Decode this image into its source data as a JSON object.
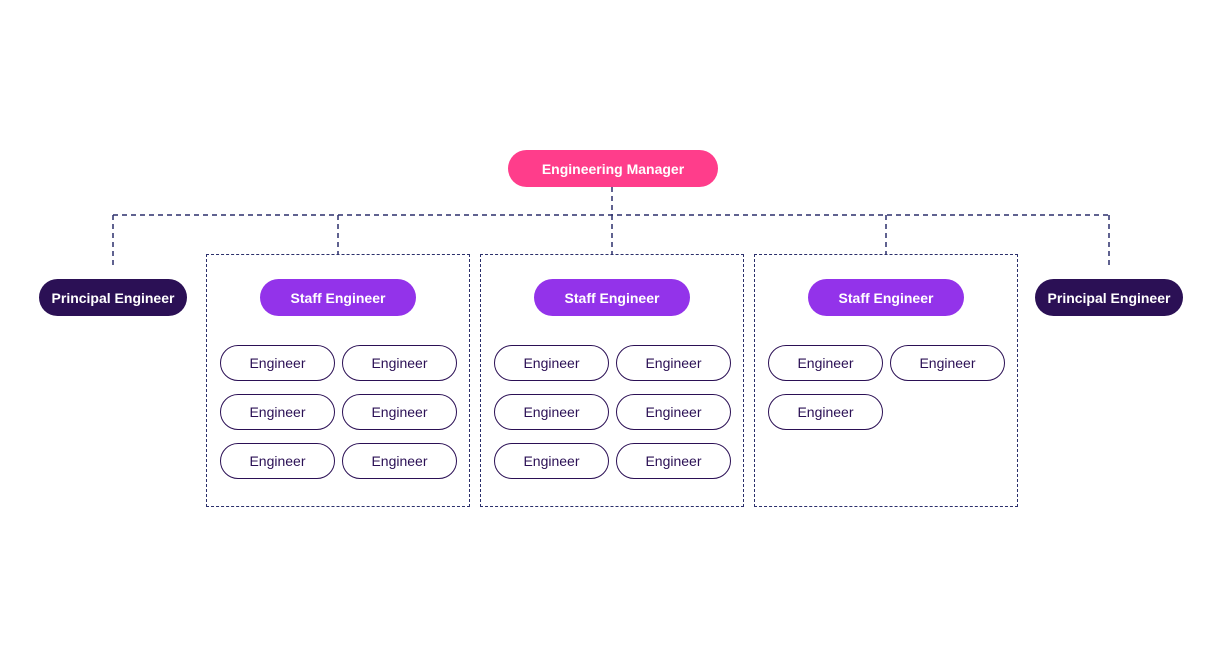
{
  "colors": {
    "manager": "#ff3d8b",
    "principal": "#2b1055",
    "staff": "#9333ea",
    "engineer_border": "#2b1055",
    "connector": "#2b2f6b"
  },
  "manager": {
    "label": "Engineering Manager"
  },
  "principals": [
    {
      "label": "Principal Engineer"
    },
    {
      "label": "Principal Engineer"
    }
  ],
  "teams": [
    {
      "lead": "Staff Engineer",
      "engineers": [
        "Engineer",
        "Engineer",
        "Engineer",
        "Engineer",
        "Engineer",
        "Engineer"
      ]
    },
    {
      "lead": "Staff Engineer",
      "engineers": [
        "Engineer",
        "Engineer",
        "Engineer",
        "Engineer",
        "Engineer",
        "Engineer"
      ]
    },
    {
      "lead": "Staff Engineer",
      "engineers": [
        "Engineer",
        "Engineer",
        "Engineer"
      ]
    }
  ]
}
